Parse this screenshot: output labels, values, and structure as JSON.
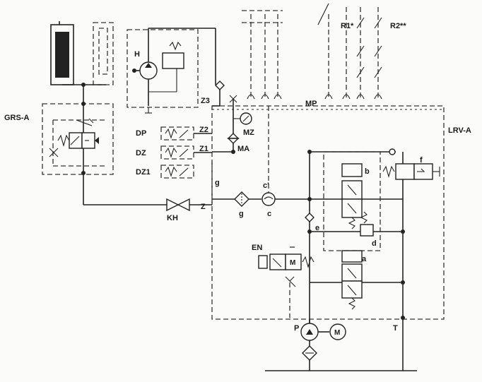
{
  "labels": {
    "grs_a": "GRS-A",
    "lrv_a": "LRV-A",
    "h": "H",
    "dp": "DP",
    "dz": "DZ",
    "dz1": "DZ1",
    "z3": "Z3",
    "z2": "Z2",
    "z1": "Z1",
    "z": "Z",
    "mz": "MZ",
    "ma": "MA",
    "mp": "MP",
    "r1": "R1*",
    "r2": "R2**",
    "kh": "KH",
    "g_upper": "g",
    "g_lower": "g",
    "c_upper": "c'",
    "c_lower": "c",
    "en": "EN",
    "e": "e",
    "b": "b",
    "f": "f",
    "d": "d",
    "a": "a",
    "p": "P",
    "t": "T",
    "motor": "M",
    "m_valve": "M"
  }
}
